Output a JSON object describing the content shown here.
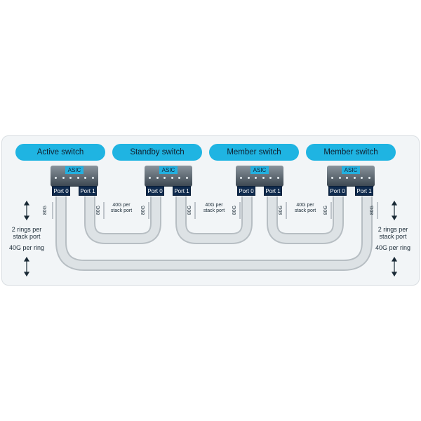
{
  "switches": [
    {
      "label": "Active switch",
      "asic": "ASIC",
      "port0": "Port 0",
      "port1": "Port 1"
    },
    {
      "label": "Standby switch",
      "asic": "ASIC",
      "port0": "Port 0",
      "port1": "Port 1"
    },
    {
      "label": "Member switch",
      "asic": "ASIC",
      "port0": "Port 0",
      "port1": "Port 1"
    },
    {
      "label": "Member switch",
      "asic": "ASIC",
      "port0": "Port 0",
      "port1": "Port 1"
    }
  ],
  "link_labels": {
    "bandwidth": "80G",
    "per_port_line1": "40G per",
    "per_port_line2": "stack port"
  },
  "side_notes": {
    "rings_line1": "2 rings per",
    "rings_line2": "stack port",
    "per_ring": "40G per ring"
  },
  "colors": {
    "accent": "#1fb4e2",
    "port": "#0f2a4d",
    "cable": "#d8dde0",
    "cable_edge": "#b7bec3"
  }
}
